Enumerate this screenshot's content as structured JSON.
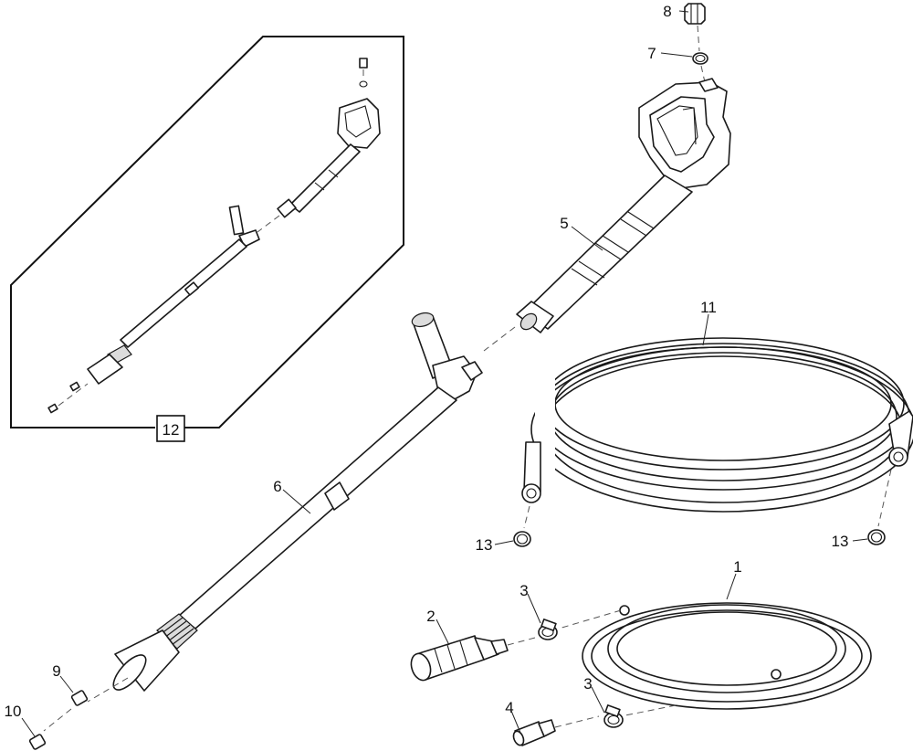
{
  "callouts": {
    "c1": "1",
    "c2": "2",
    "c3a": "3",
    "c3b": "3",
    "c4": "4",
    "c5": "5",
    "c6": "6",
    "c7": "7",
    "c8": "8",
    "c9": "9",
    "c10": "10",
    "c11": "11",
    "c12": "12",
    "c13a": "13",
    "c13b": "13"
  }
}
